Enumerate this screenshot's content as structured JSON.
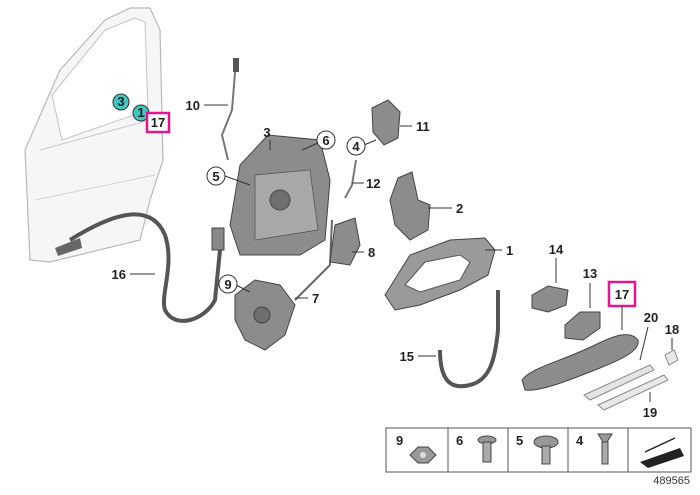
{
  "callouts": {
    "c1": "1",
    "c2": "2",
    "c3": "3",
    "c4": "4",
    "c5": "5",
    "c6": "6",
    "c7": "7",
    "c8": "8",
    "c9": "9",
    "c10": "10",
    "c11": "11",
    "c12": "12",
    "c13": "13",
    "c14": "14",
    "c15": "15",
    "c16": "16",
    "c17": "17",
    "c18": "18",
    "c19": "19",
    "c20": "20"
  },
  "door_markers": {
    "m3": "3",
    "m1": "1",
    "m17": "17"
  },
  "fastener_table": {
    "f9": "9",
    "f6": "6",
    "f5": "5",
    "f4": "4"
  },
  "diagram_id": "489565",
  "colors": {
    "highlight": "#e4168c",
    "marker_fill": "#3cc9c0",
    "part_gray": "#8c8c8c"
  }
}
